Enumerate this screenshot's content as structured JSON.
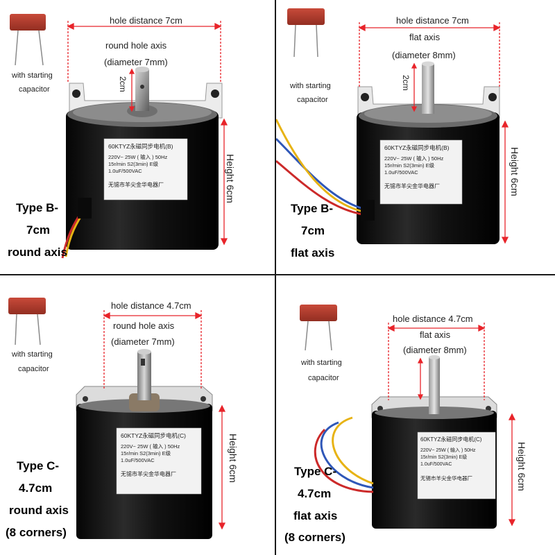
{
  "panels": [
    {
      "hole_distance": "hole distance 7cm",
      "axis_line1": "round hole axis",
      "axis_line2": "(diameter 7mm)",
      "shaft_length": "2cm",
      "capacitor_line1": "with starting",
      "capacitor_line2": "capacitor",
      "height": "Height 6cm",
      "type_line1": "Type B-",
      "type_line2": "7cm",
      "type_line3": "round axis",
      "type_line4": "",
      "plate_title": "60KTYZ永磁同步电机(B)",
      "plate_spec1": "220V~  25W ( 输入 )  50Hz",
      "plate_spec2": "15r/min   S2(3min)   E级",
      "plate_spec3": "1.0uF/500VAC",
      "plate_maker": "无锡市羊尖金华电器厂"
    },
    {
      "hole_distance": "hole distance 7cm",
      "axis_line1": "flat axis",
      "axis_line2": "(diameter 8mm)",
      "shaft_length": "2cm",
      "capacitor_line1": "with starting",
      "capacitor_line2": "capacitor",
      "height": "Height 6cm",
      "type_line1": "Type B-",
      "type_line2": "7cm",
      "type_line3": "flat axis",
      "type_line4": "",
      "plate_title": "60KTYZ永磁同步电机(B)",
      "plate_spec1": "220V~  25W ( 输入 )  50Hz",
      "plate_spec2": "15r/min   S2(3min)   E级",
      "plate_spec3": "1.0uF/500VAC",
      "plate_maker": "无锡市羊尖金华电器厂"
    },
    {
      "hole_distance": "hole distance 4.7cm",
      "axis_line1": "round hole axis",
      "axis_line2": "(diameter 7mm)",
      "shaft_length": "",
      "capacitor_line1": "with starting",
      "capacitor_line2": "capacitor",
      "height": "Height 6cm",
      "type_line1": "Type C-",
      "type_line2": "4.7cm",
      "type_line3": "round axis",
      "type_line4": "(8 corners)",
      "plate_title": "60KTYZ永磁同步电机(C)",
      "plate_spec1": "220V~  25W ( 输入 )  50Hz",
      "plate_spec2": "15r/min   S2(3min)   E级",
      "plate_spec3": "1.0uF/500VAC",
      "plate_maker": "无锡市羊尖金华电器厂"
    },
    {
      "hole_distance": "hole distance 4.7cm",
      "axis_line1": "flat axis",
      "axis_line2": "(diameter 8mm)",
      "shaft_length": "",
      "capacitor_line1": "with starting",
      "capacitor_line2": "capacitor",
      "height": "Height 6cm",
      "type_line1": "Type C-",
      "type_line2": "4.7cm",
      "type_line3": "flat axis",
      "type_line4": "(8 corners)",
      "plate_title": "60KTYZ永磁同步电机(C)",
      "plate_spec1": "220V~  25W ( 输入 )  50Hz",
      "plate_spec2": "15r/min   S2(3min)   E级",
      "plate_spec3": "1.0uF/500VAC",
      "plate_maker": "无锡市羊尖金华电器厂"
    }
  ],
  "colors": {
    "dimension_red": "#e8242a",
    "capacitor_red": "#b5362a",
    "motor_body": "#111111",
    "wire_yellow": "#e7b315",
    "wire_blue": "#2f57b8",
    "wire_red": "#cc2a2a"
  }
}
